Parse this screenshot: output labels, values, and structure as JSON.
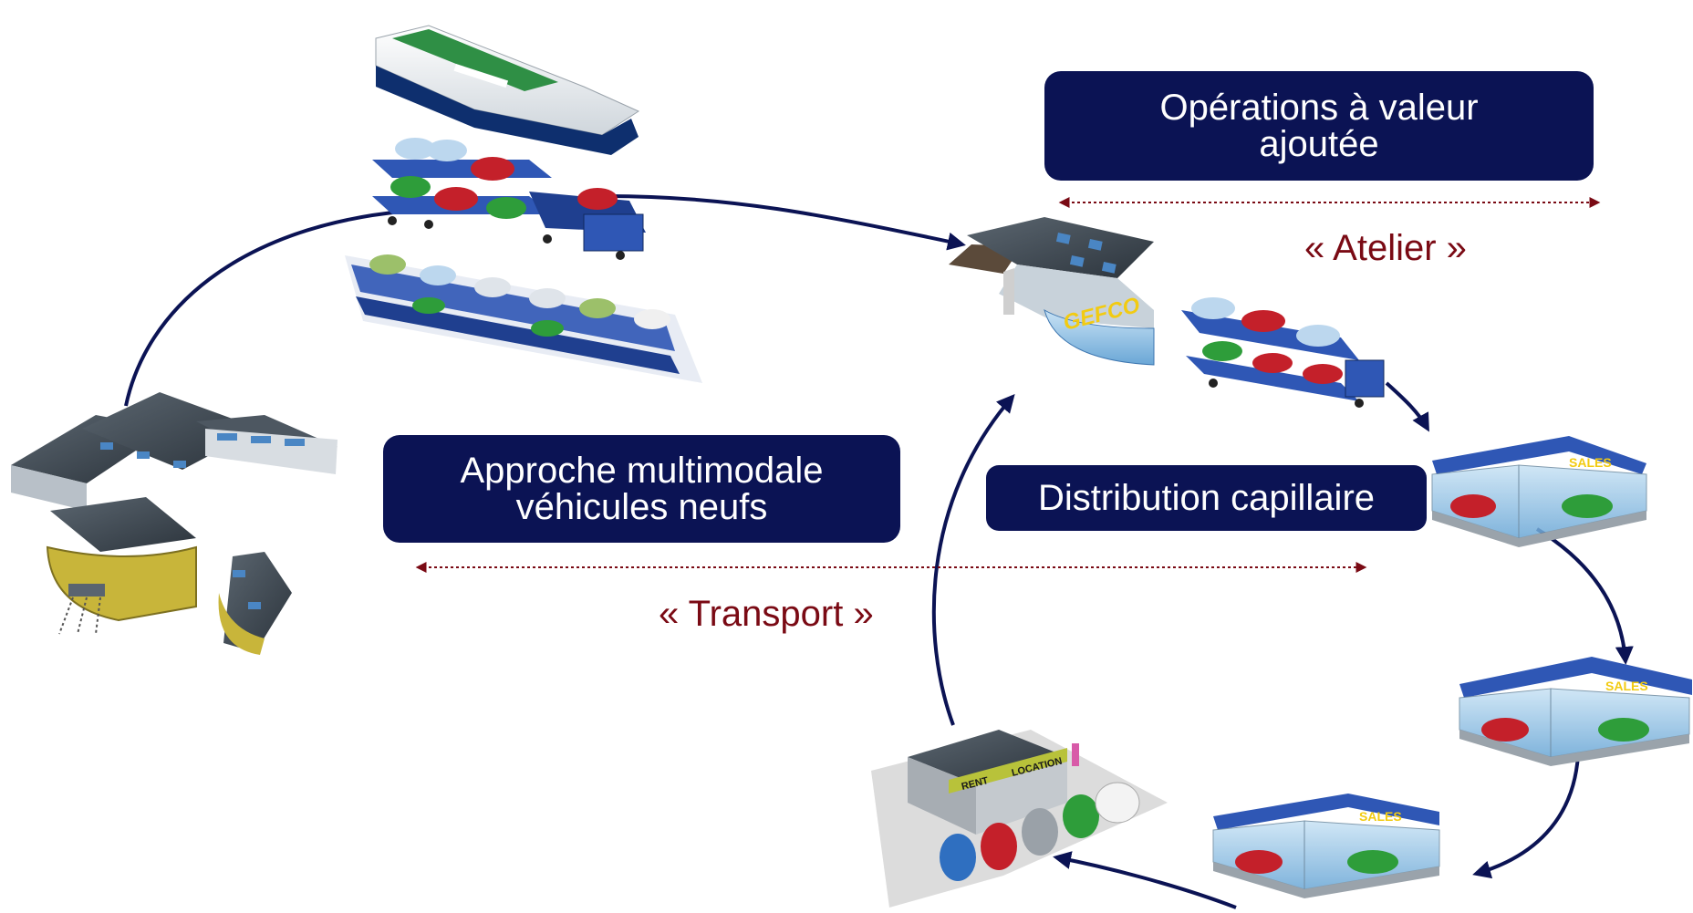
{
  "colors": {
    "box_fill": "#0b1354",
    "box_text": "#ffffff",
    "accent_red": "#7a0a14",
    "arrow_navy": "#0b1354"
  },
  "boxes": {
    "value_added": {
      "line1": "Opérations à valeur",
      "line2": "ajoutée"
    },
    "multimodal": {
      "line1": "Approche multimodale",
      "line2": "véhicules neufs"
    },
    "distribution": {
      "line1": "Distribution capillaire"
    }
  },
  "labels": {
    "atelier": "« Atelier »",
    "transport": "« Transport »"
  },
  "signage": {
    "hub_brand": "GEFCO",
    "showroom_sign": "SALES",
    "rental_sign_left": "RENT",
    "rental_sign_right": "LOCATION"
  },
  "illustrations": [
    "factory-illustration",
    "ship-illustration",
    "car-transporter-truck-illustration",
    "car-carrier-train-illustration",
    "logistics-hub-illustration",
    "showroom-illustration",
    "rental-agency-illustration"
  ]
}
